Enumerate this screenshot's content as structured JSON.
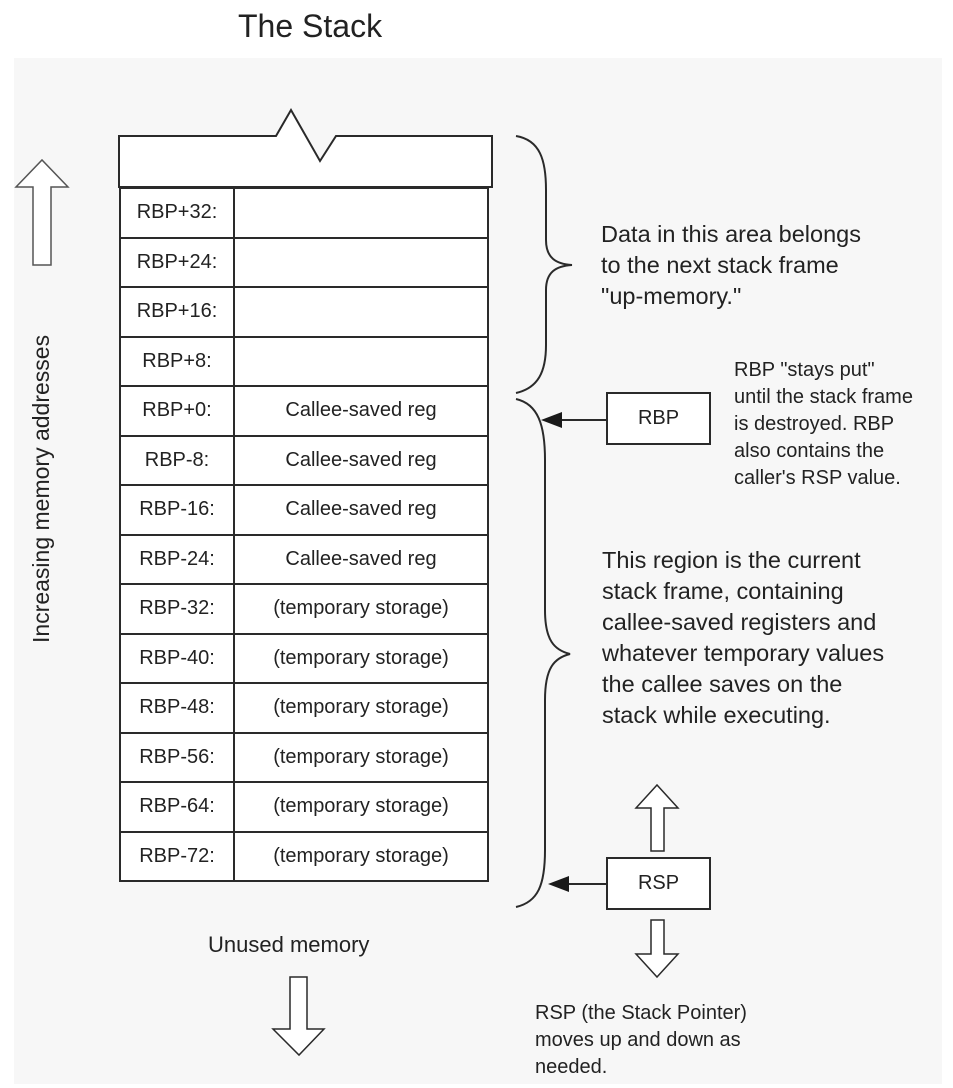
{
  "title": "The Stack",
  "axis_label": "Increasing memory addresses",
  "unused_label": "Unused memory",
  "rows": [
    {
      "addr": "RBP+32:",
      "value": ""
    },
    {
      "addr": "RBP+24:",
      "value": ""
    },
    {
      "addr": "RBP+16:",
      "value": ""
    },
    {
      "addr": "RBP+8:",
      "value": ""
    },
    {
      "addr": "RBP+0:",
      "value": "Callee-saved reg"
    },
    {
      "addr": "RBP-8:",
      "value": "Callee-saved reg"
    },
    {
      "addr": "RBP-16:",
      "value": "Callee-saved reg"
    },
    {
      "addr": "RBP-24:",
      "value": "Callee-saved reg"
    },
    {
      "addr": "RBP-32:",
      "value": "(temporary storage)"
    },
    {
      "addr": "RBP-40:",
      "value": "(temporary storage)"
    },
    {
      "addr": "RBP-48:",
      "value": "(temporary storage)"
    },
    {
      "addr": "RBP-56:",
      "value": "(temporary storage)"
    },
    {
      "addr": "RBP-64:",
      "value": "(temporary storage)"
    },
    {
      "addr": "RBP-72:",
      "value": "(temporary storage)"
    }
  ],
  "next_frame_note": [
    "Data in this area belongs",
    "to the next stack frame",
    "\"up-memory.\""
  ],
  "current_frame_note": [
    "This region is the current",
    "stack frame, containing",
    "callee-saved registers and",
    "whatever temporary values",
    "the callee saves on the",
    "stack while executing."
  ],
  "rbp_box": "RBP",
  "rbp_note": [
    "RBP \"stays put\"",
    "until the stack frame",
    "is destroyed. RBP",
    "also contains the",
    "caller's RSP value."
  ],
  "rsp_box": "RSP",
  "rsp_note": [
    "RSP (the Stack Pointer)",
    "moves up and down as",
    "needed."
  ]
}
